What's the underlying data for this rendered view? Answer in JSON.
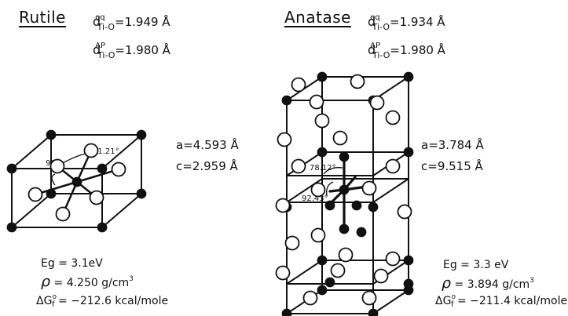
{
  "rutile": {
    "title": "Rutile",
    "d_eq": {
      "symbol": "d",
      "sup": "eq",
      "sub": "Ti-O",
      "value": "=1.949 Å"
    },
    "d_ap": {
      "symbol": "d",
      "sup": "AP",
      "sub": "Ti-O",
      "value": "=1.980 Å"
    },
    "a": "a=4.593 Å",
    "c": "c=2.959 Å",
    "angle1": "81.21°",
    "angle2": "90°",
    "eg": "Eg = 3.1eV",
    "rho_symbol": "ρ",
    "rho": "= 4.250 g/cm",
    "rho_unit_sup": "3",
    "dg_prefix": "ΔG",
    "dg_sup": "o",
    "dg_sub": "f",
    "dg_value": "= −212.6 kcal/mole"
  },
  "anatase": {
    "title": "Anatase",
    "d_eq": {
      "symbol": "d",
      "sup": "eq",
      "sub": "Ti-O",
      "value": "=1.934 Å"
    },
    "d_ap": {
      "symbol": "d",
      "sup": "AP",
      "sub": "Ti-O",
      "value": "=1.980 Å"
    },
    "a": "a=3.784 Å",
    "c": "c=9.515 Å",
    "angle1": "78.12°",
    "angle2": "92.43°",
    "eg": "Eg = 3.3 eV",
    "rho_symbol": "ρ",
    "rho": "= 3.894 g/cm",
    "rho_unit_sup": "3",
    "dg_prefix": "ΔG",
    "dg_sup": "o",
    "dg_sub": "f",
    "dg_value": "= −211.4 kcal/mole"
  },
  "colors": {
    "line": "#111111",
    "atom_fill_open": "#ffffff",
    "atom_fill_solid": "#111111"
  }
}
